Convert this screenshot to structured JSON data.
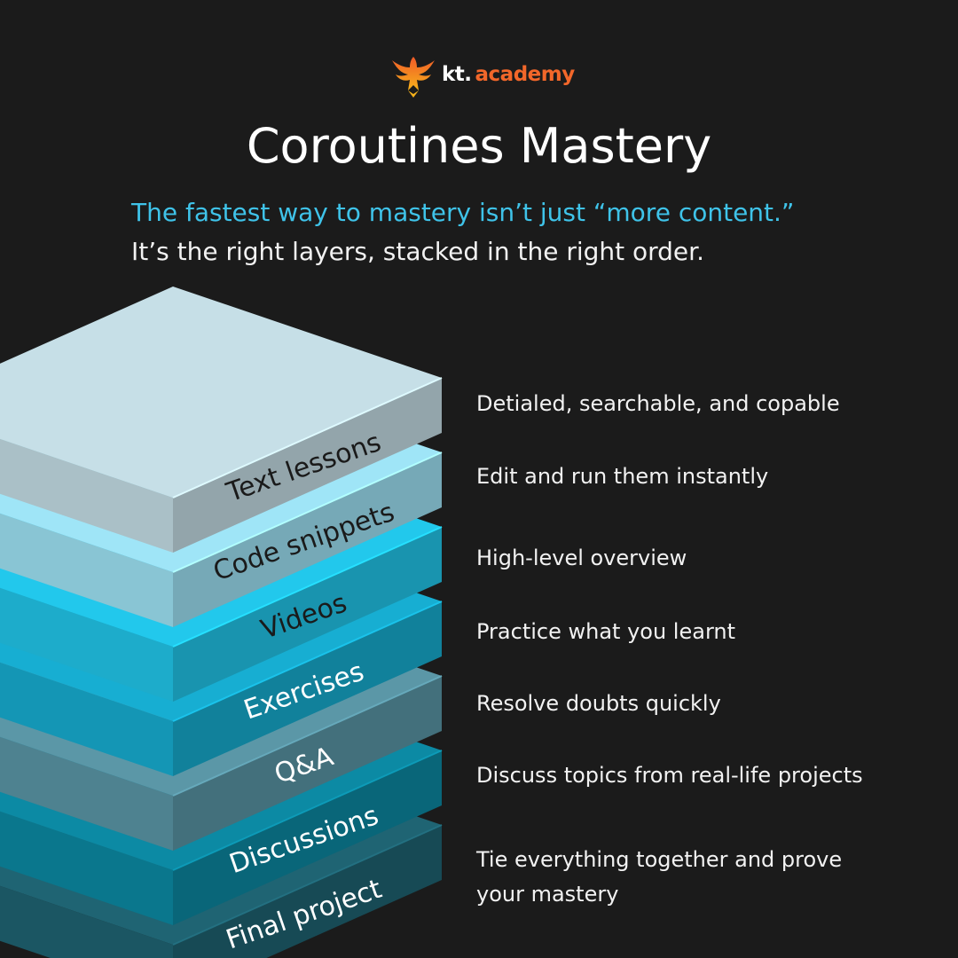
{
  "brand": {
    "name_prefix": "kt.",
    "name_suffix": "academy",
    "logo_icon": "phoenix-icon",
    "colors": {
      "accent": "#f2672a",
      "logo_gold": "#f7b21b"
    }
  },
  "title": "Coroutines Mastery",
  "intro": {
    "accent_line": "The fastest way to mastery isn’t just “more content.”",
    "plain_line": "It’s the right layers, stacked in the right order."
  },
  "colors": {
    "background": "#1b1b1b",
    "intro_accent": "#3fc3e9"
  },
  "layers": [
    {
      "label": "Text lessons",
      "description": "Detialed, searchable, and copable",
      "color": "#c6dfe7"
    },
    {
      "label": "Code snippets",
      "description": "Edit and run them instantly",
      "color": "#9fe5f7"
    },
    {
      "label": "Videos",
      "description": "High-level overview",
      "color": "#22c8ec"
    },
    {
      "label": "Exercises",
      "description": "Practice what you learnt",
      "color": "#17aed2"
    },
    {
      "label": "Q&A",
      "description": "Resolve doubts quickly",
      "color": "#5b97a7"
    },
    {
      "label": "Discussions",
      "description": "Discuss topics from real-life projects",
      "color": "#0c8aa4"
    },
    {
      "label": "Final project",
      "description": "Tie everything together and prove your mastery",
      "color": "#1f6473"
    }
  ]
}
